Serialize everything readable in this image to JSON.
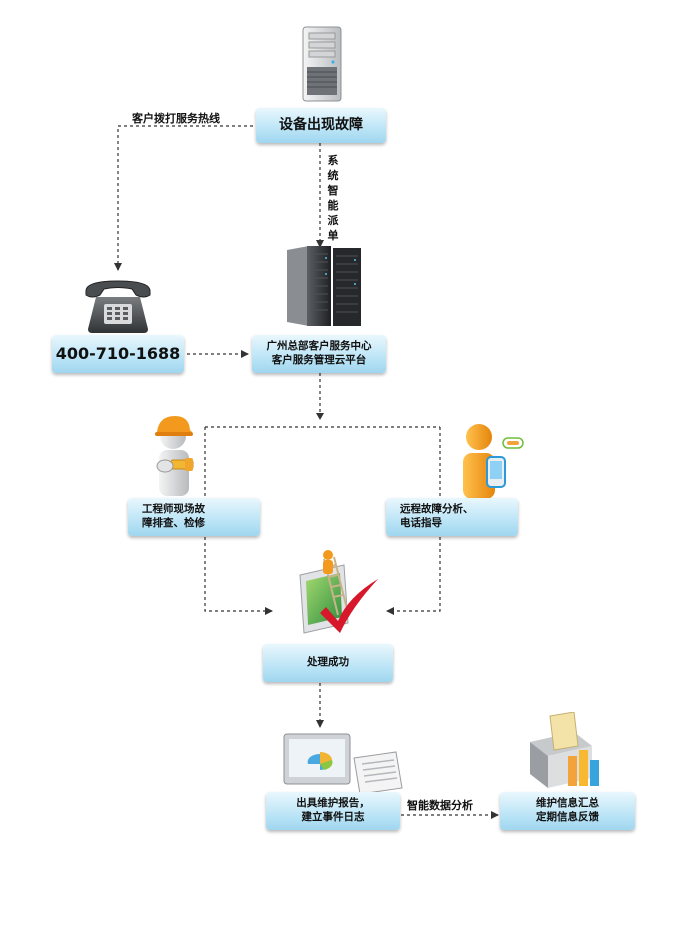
{
  "nodes": {
    "fault": "设备出现故障",
    "hotline_number": "400-710-1688",
    "cloud_line1": "广州总部客户服务中心",
    "cloud_line2": "客户服务管理云平台",
    "engineer_line1": "工程师现场故",
    "engineer_line2": "障排查、检修",
    "remote_line1": "远程故障分析、",
    "remote_line2": "电话指导",
    "success": "处理成功",
    "report_line1": "出具维护报告，",
    "report_line2": "建立事件日志",
    "summary_line1": "维护信息汇总",
    "summary_line2": "定期信息反馈"
  },
  "edge_labels": {
    "call_hotline": "客户拨打服务热线",
    "auto_dispatch": [
      "系",
      "统",
      "智",
      "能",
      "派",
      "单"
    ],
    "data_analysis": "智能数据分析"
  },
  "icons": {
    "fault": "server-tower-icon",
    "phone": "telephone-icon",
    "cloud": "server-rack-icon",
    "engineer": "engineer-worker-icon",
    "remote": "support-person-phone-icon",
    "success": "checkmark-success-icon",
    "report": "report-document-icon",
    "summary": "info-box-chart-icon"
  },
  "colors": {
    "node_fill": "#bfe6f7",
    "arrow": "#333333",
    "accent_orange": "#f39a1e",
    "check_red": "#d6182a"
  }
}
